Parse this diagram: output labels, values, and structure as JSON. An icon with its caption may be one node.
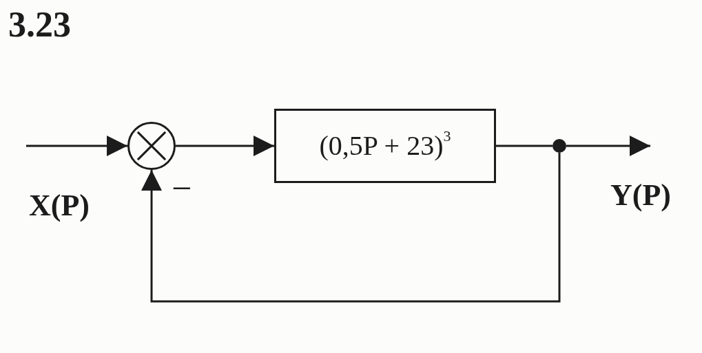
{
  "diagram": {
    "title": "3.23",
    "nodes": [
      {
        "text": [],
        "shape": "circle"
      },
      {
        "text": [
          "(0,5P + 23)$^{3}$"
        ]
      },
      {
        "text": [],
        "shape": "dot"
      }
    ],
    "edges": [
      {
        "from": null,
        "to": 0,
        "arrow": "to"
      },
      {
        "from": 0,
        "to": 1,
        "arrow": "to"
      },
      {
        "from": 1,
        "to": 2,
        "arrow": "none"
      },
      {
        "from": 2,
        "to": null,
        "arrow": "to"
      },
      {
        "from": 2,
        "to": 0,
        "arrow": "to"
      }
    ],
    "labels": [
      "X(P)",
      "−",
      "Y(P)"
    ]
  }
}
